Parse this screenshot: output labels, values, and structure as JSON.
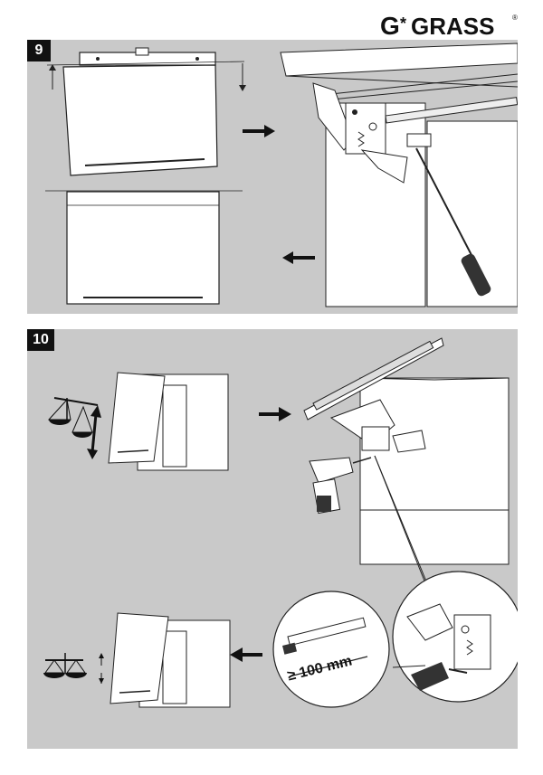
{
  "brand": {
    "name": "GRASS"
  },
  "steps": [
    {
      "number": "9"
    },
    {
      "number": "10",
      "measurement": "≥ 100 mm"
    }
  ]
}
